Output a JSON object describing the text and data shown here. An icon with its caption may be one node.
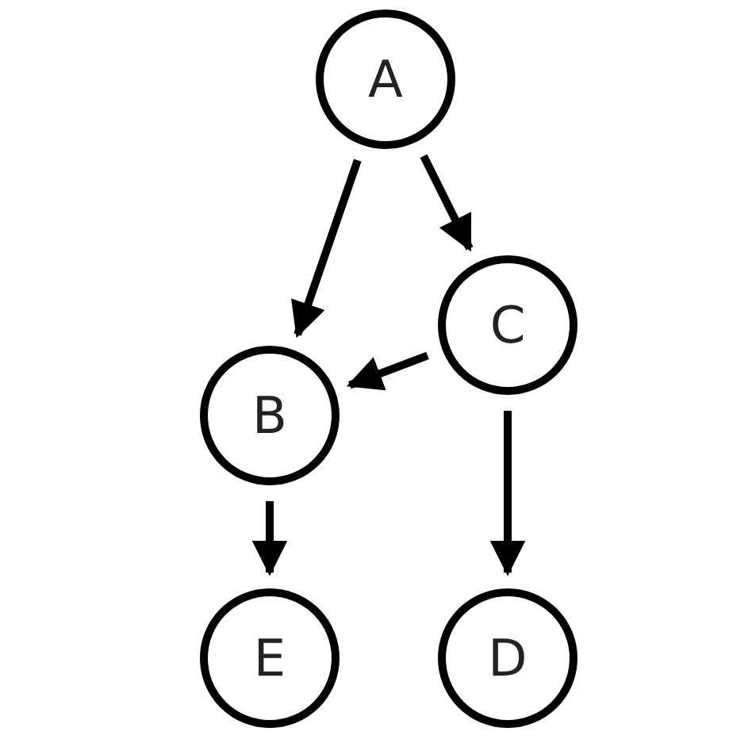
{
  "diagram": {
    "nodes": [
      {
        "text": [
          "A"
        ]
      },
      {
        "text": [
          "B"
        ]
      },
      {
        "text": [
          "C"
        ]
      },
      {
        "text": [
          "E"
        ]
      },
      {
        "text": [
          "D"
        ]
      }
    ],
    "edges": [
      {
        "from": 0,
        "to": 1,
        "arrow": "to"
      },
      {
        "from": 0,
        "to": 2,
        "arrow": "to"
      },
      {
        "from": 2,
        "to": 1,
        "arrow": "to"
      },
      {
        "from": 1,
        "to": 3,
        "arrow": "to"
      },
      {
        "from": 2,
        "to": 4,
        "arrow": "to"
      }
    ]
  }
}
